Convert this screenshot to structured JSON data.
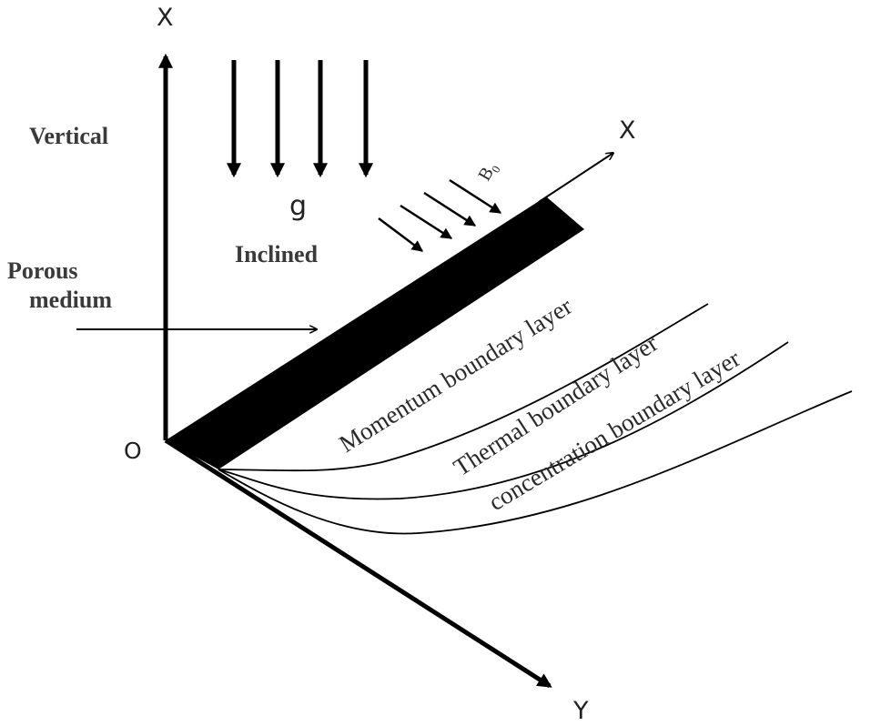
{
  "axes": {
    "vertical_axis_label": "X",
    "inclined_axis_label": "X",
    "y_axis_label": "Y",
    "origin_label": "O"
  },
  "labels": {
    "vertical": "Vertical",
    "inclined": "Inclined",
    "gravity": "g",
    "magnetic_field": "B",
    "magnetic_field_subscript": "0",
    "porous_line1": "Porous",
    "porous_line2": "medium"
  },
  "boundary_layers": [
    {
      "name": "Momentum boundary layer"
    },
    {
      "name": "Thermal boundary layer"
    },
    {
      "name": "concentration  boundary layer"
    }
  ],
  "colors": {
    "ink": "#000000",
    "text": "#3a3a3a",
    "background": "#ffffff"
  }
}
